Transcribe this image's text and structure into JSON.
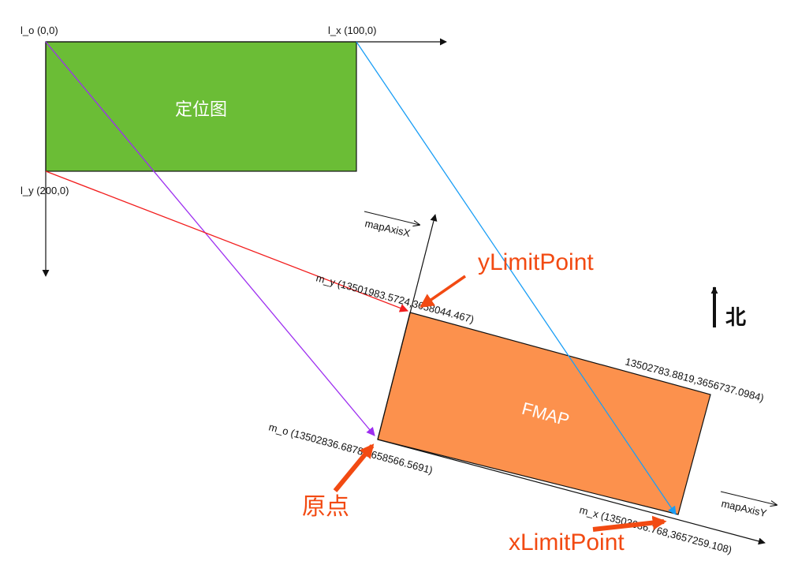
{
  "local_map": {
    "label": "定位图",
    "fill": "#6bbd36",
    "origin_label": "l_o (0,0)",
    "x_label": "l_x (100,0)",
    "y_label": "l_y (200,0)"
  },
  "fmap": {
    "label": "FMAP",
    "fill": "#fc914d",
    "m_y_label": "m_y (13501983.5724,3658044.467)",
    "corner_label": "13502783.8819,3656737.0984)",
    "m_o_label": "m_o (13502836.6878,3658566.5691)",
    "m_x_label": "m_x (13503636.768,3657259.108)"
  },
  "axes": {
    "map_axis_x": "mapAxisX",
    "map_axis_y": "mapAxisY"
  },
  "annotations": {
    "y_limit": "yLimitPoint",
    "x_limit": "xLimitPoint",
    "origin": "原点",
    "north": "北",
    "color": "#f24a12"
  },
  "mapping_colors": {
    "origin_line": "#9d2ef0",
    "x_line": "#1a9ef5",
    "y_line": "#f21d1d"
  }
}
